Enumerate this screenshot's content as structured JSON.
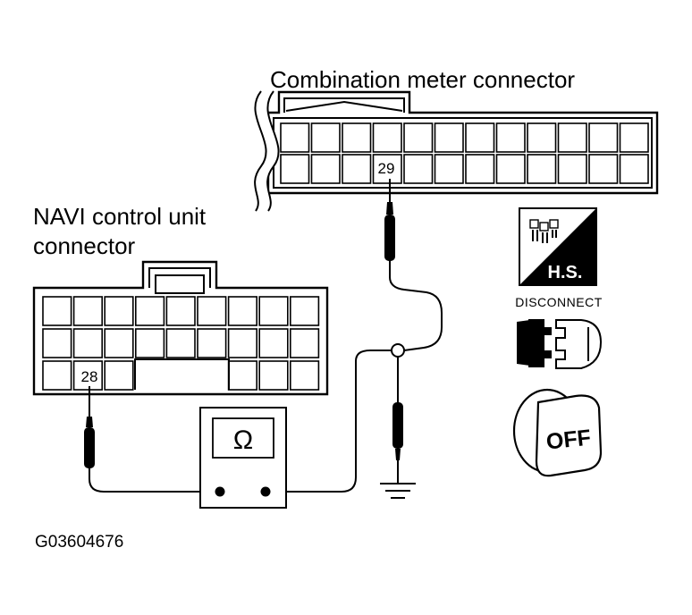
{
  "labels": {
    "combination_meter_connector": "Combination meter connector",
    "navi_line1": "NAVI control unit",
    "navi_line2": "connector",
    "terminal_meter": "29",
    "terminal_navi": "28",
    "ohm_symbol": "Ω",
    "disconnect": "DISCONNECT",
    "hs": "H.S.",
    "off": "OFF",
    "figure_id": "G03604676"
  },
  "icons": [
    "hs-icon",
    "disconnect-icon",
    "ignition-off-icon",
    "ground-icon",
    "ohmmeter-icon"
  ],
  "colors": {
    "line": "#000000",
    "background": "#ffffff"
  }
}
